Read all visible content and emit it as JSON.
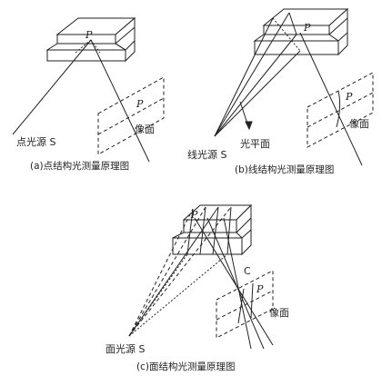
{
  "panels": [
    {
      "id": "a",
      "caption": "(a)点结构光测量原理图",
      "source_label": "点光源 S",
      "point_label": "P",
      "image_point_label": "P",
      "image_plane_label": "像面"
    },
    {
      "id": "b",
      "caption": "(b)线结构光测量原理图",
      "source_label": "线光源 S",
      "plane_label": "光平面",
      "point_label": "P",
      "image_point_label": "P",
      "image_plane_label": "像面"
    },
    {
      "id": "c",
      "caption": "(c)面结构光测量原理图",
      "source_label": "面光源 S",
      "point_label": "P",
      "image_point_label": "P",
      "lens_label": "C",
      "image_plane_label": "像面"
    }
  ]
}
